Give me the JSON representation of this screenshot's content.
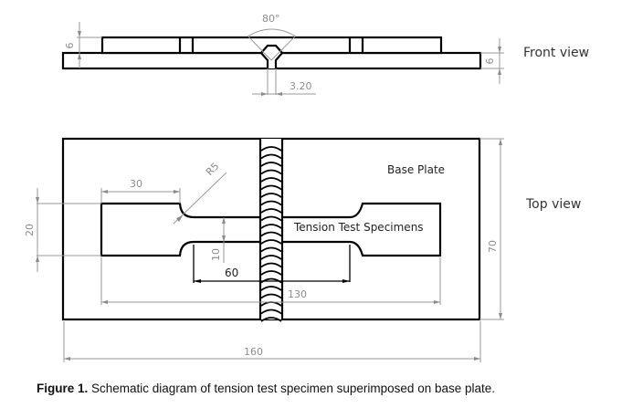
{
  "diagram": {
    "front_view": {
      "label": "Front view",
      "dimensions": {
        "upper_plate_thickness": "6",
        "base_plate_thickness": "6",
        "groove_angle": "80°",
        "root_gap": "3.20"
      }
    },
    "top_view": {
      "label": "Top view",
      "base_plate_label": "Base Plate",
      "specimen_label": "Tension Test Specimens",
      "dimensions": {
        "grip_length": "30",
        "fillet_radius": "R5",
        "grip_width": "20",
        "gauge_width": "10",
        "gauge_length": "60",
        "specimen_length": "130",
        "plate_width": "70",
        "plate_length": "160"
      }
    }
  },
  "caption": {
    "prefix": "Figure 1.",
    "text": " Schematic diagram of tension test specimen superimposed on base plate."
  }
}
